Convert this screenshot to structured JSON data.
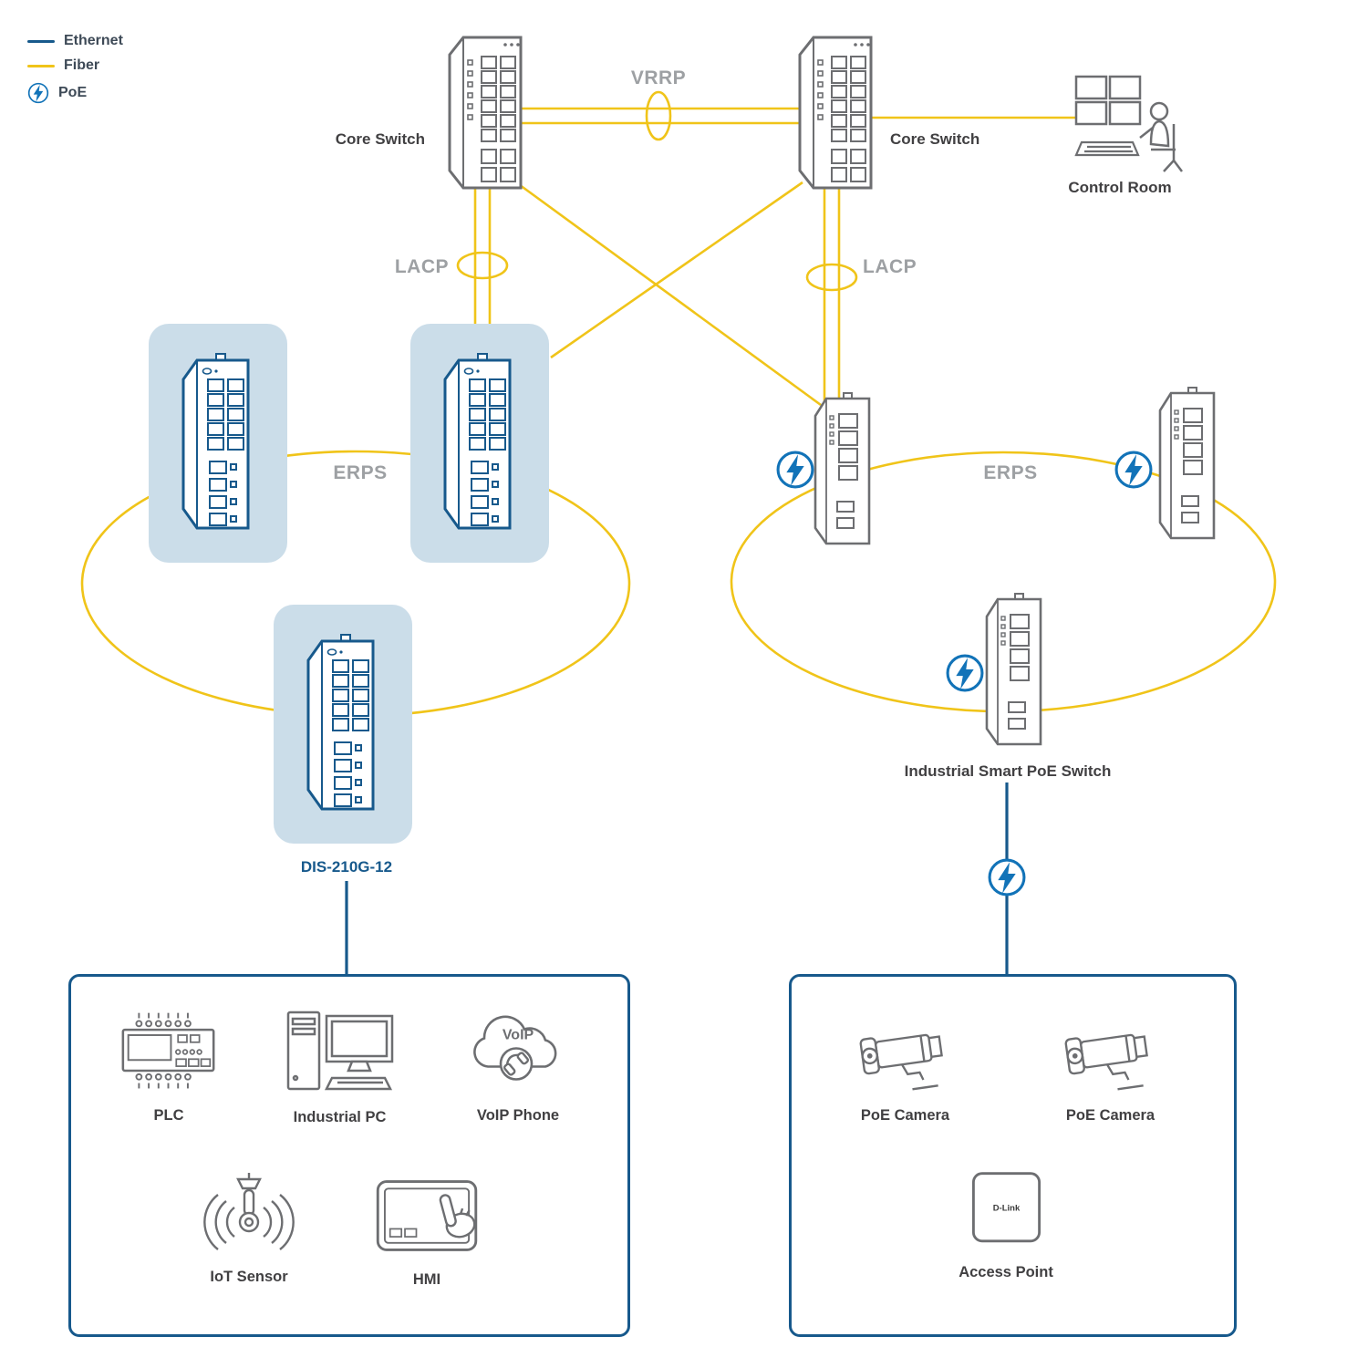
{
  "legend": {
    "items": [
      {
        "id": "ethernet",
        "label": "Ethernet"
      },
      {
        "id": "fiber",
        "label": "Fiber"
      },
      {
        "id": "poe",
        "label": "PoE"
      }
    ]
  },
  "colors": {
    "ethernet_line": "#17598C",
    "fiber_line": "#F0C419",
    "poe_blue": "#1273B8",
    "device_outline_gray": "#6D6E71",
    "highlight_background": "#CBDDE9",
    "label_dark": "#414042",
    "label_gray": "#9DA0A3"
  },
  "protocol_labels": {
    "vrrp": "VRRP",
    "lacp_left": "LACP",
    "lacp_right": "LACP",
    "erps_left": "ERPS",
    "erps_right": "ERPS"
  },
  "devices": {
    "core_switch_left": {
      "label": "Core Switch"
    },
    "core_switch_right": {
      "label": "Core Switch"
    },
    "control_room": {
      "label": "Control Room"
    },
    "dis_switch": {
      "label": "DIS-210G-12"
    },
    "industrial_poe_switch": {
      "label": "Industrial Smart PoE Switch"
    },
    "voip_cloud_text": "VoIP",
    "access_point_logo": "D-Link"
  },
  "endpoints_left": [
    {
      "label": "PLC"
    },
    {
      "label": "Industrial PC"
    },
    {
      "label": "VoIP Phone"
    },
    {
      "label": "IoT Sensor"
    },
    {
      "label": "HMI"
    }
  ],
  "endpoints_right": [
    {
      "label": "PoE Camera"
    },
    {
      "label": "PoE Camera"
    },
    {
      "label": "Access Point"
    }
  ]
}
